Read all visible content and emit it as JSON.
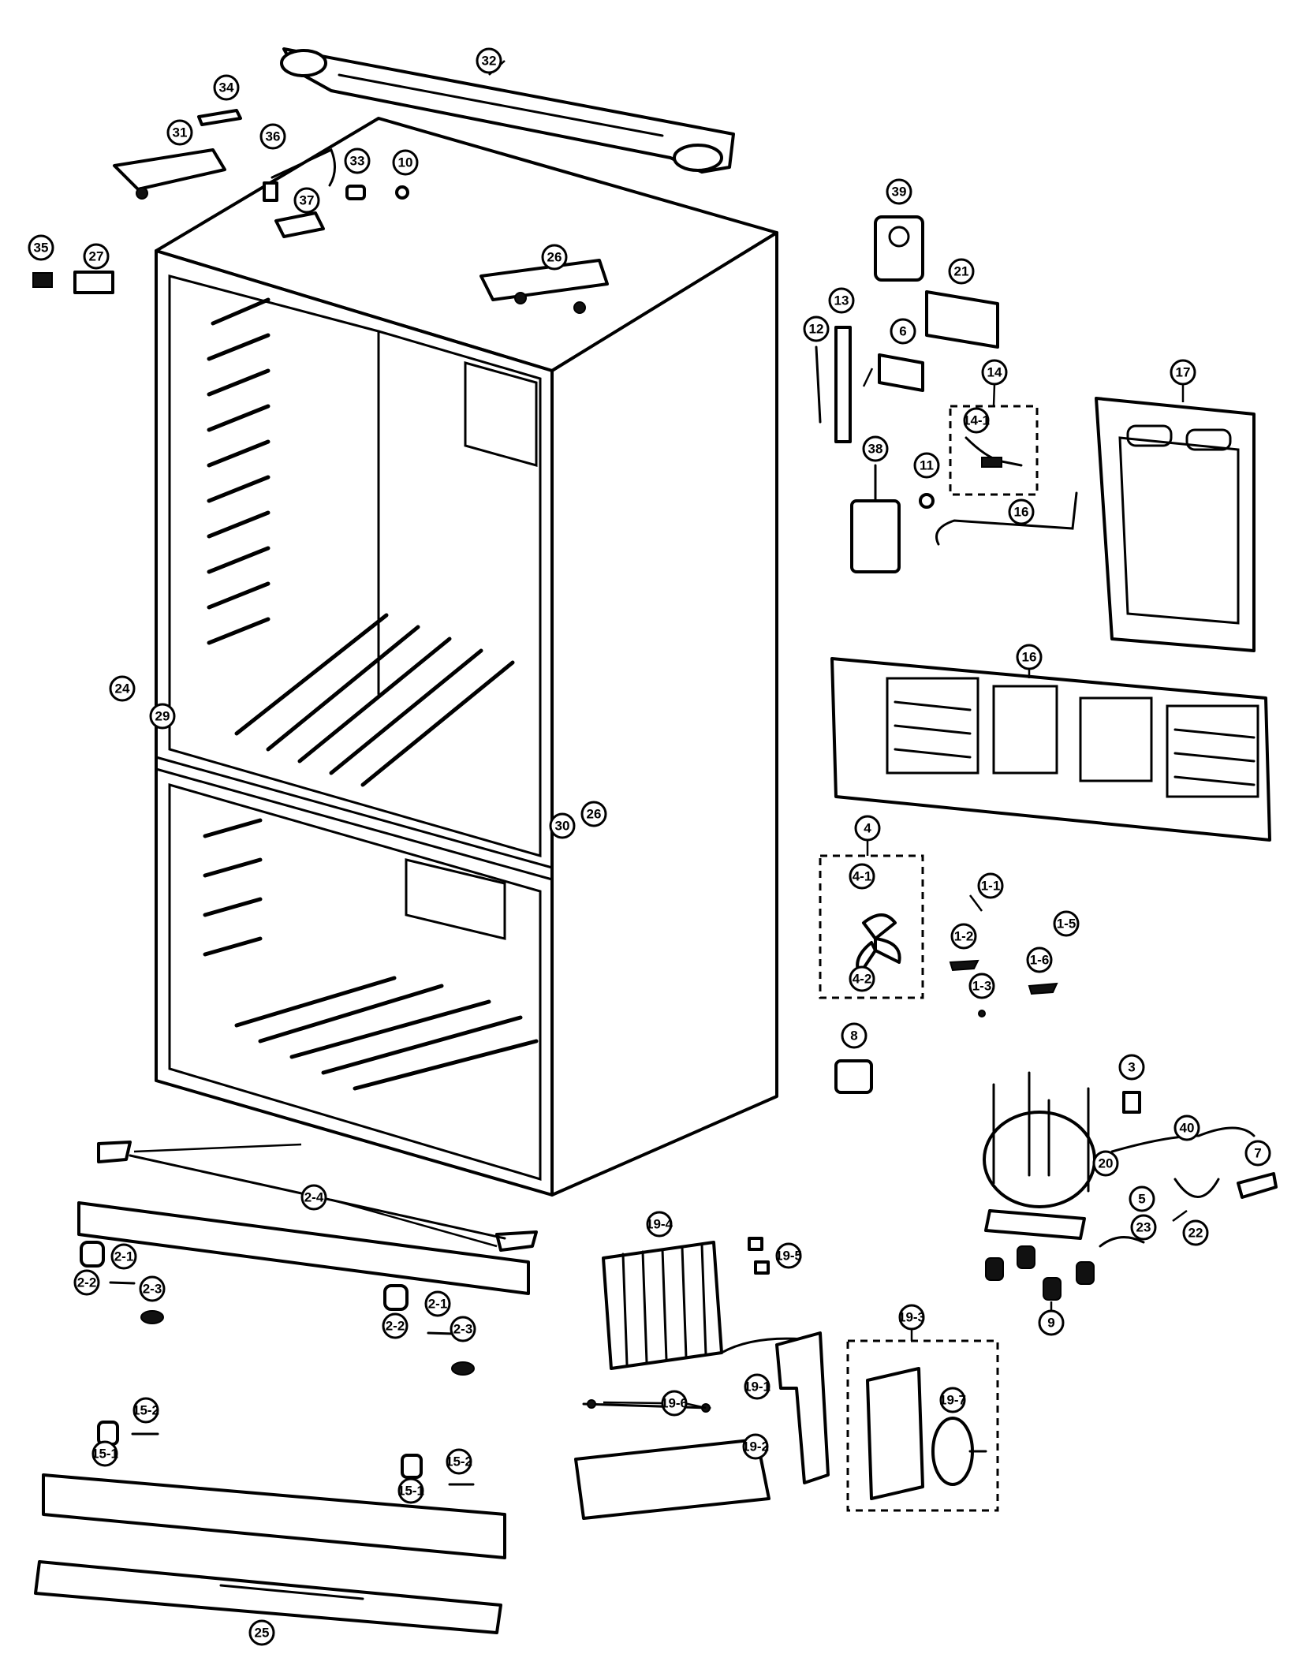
{
  "diagram": {
    "type": "exploded-parts-view",
    "callouts": [
      {
        "id": "c32",
        "label": "32"
      },
      {
        "id": "c34",
        "label": "34"
      },
      {
        "id": "c31",
        "label": "31"
      },
      {
        "id": "c36",
        "label": "36"
      },
      {
        "id": "c33",
        "label": "33"
      },
      {
        "id": "c10",
        "label": "10"
      },
      {
        "id": "c37",
        "label": "37"
      },
      {
        "id": "c35",
        "label": "35"
      },
      {
        "id": "c27",
        "label": "27"
      },
      {
        "id": "c26a",
        "label": "26"
      },
      {
        "id": "c39",
        "label": "39"
      },
      {
        "id": "c21",
        "label": "21"
      },
      {
        "id": "c13",
        "label": "13"
      },
      {
        "id": "c12",
        "label": "12"
      },
      {
        "id": "c6",
        "label": "6"
      },
      {
        "id": "c14",
        "label": "14"
      },
      {
        "id": "c14-1",
        "label": "14-1"
      },
      {
        "id": "c17",
        "label": "17"
      },
      {
        "id": "c38",
        "label": "38"
      },
      {
        "id": "c11",
        "label": "11"
      },
      {
        "id": "c16a",
        "label": "16"
      },
      {
        "id": "c16b",
        "label": "16"
      },
      {
        "id": "c24",
        "label": "24"
      },
      {
        "id": "c29",
        "label": "29"
      },
      {
        "id": "c30",
        "label": "30"
      },
      {
        "id": "c26b",
        "label": "26"
      },
      {
        "id": "c4",
        "label": "4"
      },
      {
        "id": "c4-1",
        "label": "4-1"
      },
      {
        "id": "c4-2",
        "label": "4-2"
      },
      {
        "id": "c1-1",
        "label": "1-1"
      },
      {
        "id": "c1-2",
        "label": "1-2"
      },
      {
        "id": "c1-5",
        "label": "1-5"
      },
      {
        "id": "c1-6",
        "label": "1-6"
      },
      {
        "id": "c1-3",
        "label": "1-3"
      },
      {
        "id": "c8",
        "label": "8"
      },
      {
        "id": "c3",
        "label": "3"
      },
      {
        "id": "c40",
        "label": "40"
      },
      {
        "id": "c20",
        "label": "20"
      },
      {
        "id": "c7",
        "label": "7"
      },
      {
        "id": "c5",
        "label": "5"
      },
      {
        "id": "c22",
        "label": "22"
      },
      {
        "id": "c23",
        "label": "23"
      },
      {
        "id": "c9",
        "label": "9"
      },
      {
        "id": "c2-4",
        "label": "2-4"
      },
      {
        "id": "c2-1a",
        "label": "2-1"
      },
      {
        "id": "c2-2a",
        "label": "2-2"
      },
      {
        "id": "c2-3a",
        "label": "2-3"
      },
      {
        "id": "c2-2b",
        "label": "2-2"
      },
      {
        "id": "c2-1b",
        "label": "2-1"
      },
      {
        "id": "c2-3b",
        "label": "2-3"
      },
      {
        "id": "c19-4",
        "label": "19-4"
      },
      {
        "id": "c19-5",
        "label": "19-5"
      },
      {
        "id": "c19-6",
        "label": "19-6"
      },
      {
        "id": "c19-1",
        "label": "19-1"
      },
      {
        "id": "c19-2",
        "label": "19-2"
      },
      {
        "id": "c19-3",
        "label": "19-3"
      },
      {
        "id": "c19-7",
        "label": "19-7"
      },
      {
        "id": "c15-2a",
        "label": "15-2"
      },
      {
        "id": "c15-1a",
        "label": "15-1"
      },
      {
        "id": "c15-1b",
        "label": "15-1"
      },
      {
        "id": "c15-2b",
        "label": "15-2"
      },
      {
        "id": "c25",
        "label": "25"
      }
    ]
  }
}
